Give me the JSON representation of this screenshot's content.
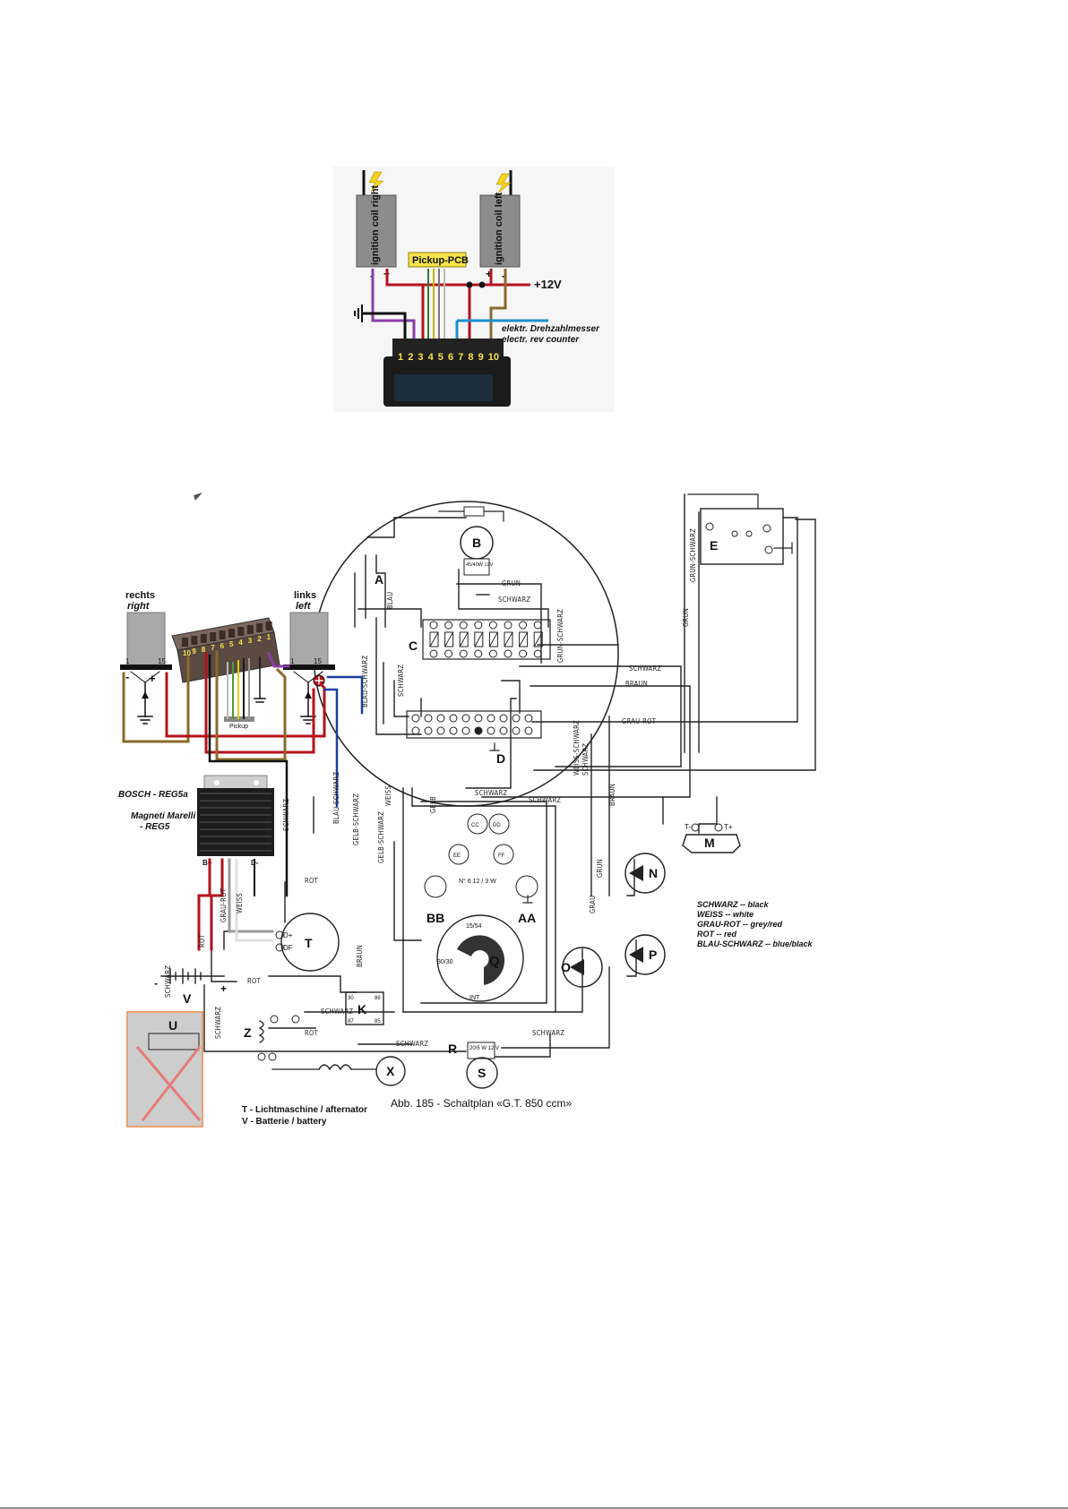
{
  "top_diagram": {
    "coil_right": "ignition coil right",
    "coil_left": "ignition coil left",
    "pcb": "Pickup-PCB",
    "plus12": "+12V",
    "rev1": "elektr. Drehzahlmesser",
    "rev2": "electr. rev counter",
    "terminals": [
      "1",
      "2",
      "3",
      "4",
      "5",
      "6",
      "7",
      "8",
      "9",
      "10"
    ],
    "minus": "-",
    "plus": "+"
  },
  "main_diagram": {
    "rechts": "rechts",
    "right": "right",
    "links": "links",
    "left": "left",
    "coil_t1": "1",
    "coil_t15": "15",
    "pickup": "Pickup",
    "strip_numbers": [
      "10",
      "9",
      "8",
      "7",
      "6",
      "5",
      "4",
      "3",
      "2",
      "1"
    ],
    "bosch": "BOSCH - REG5a",
    "marelli1": "Magneti Marelli",
    "marelli2": "- REG5",
    "reg_terminals": [
      "B+",
      "D-"
    ],
    "letters": [
      "A",
      "B",
      "C",
      "D",
      "E",
      "M",
      "N",
      "P",
      "O",
      "Q",
      "T",
      "V",
      "U",
      "K",
      "Z",
      "R",
      "S",
      "X",
      "AA",
      "BB"
    ],
    "wire_labels": [
      "SCHWARZ",
      "BRAUN",
      "GRAU-ROT",
      "GRUN",
      "BLAU",
      "BLAU-SCHWARZ",
      "GELB",
      "WEISS",
      "GELB-SCHWARZ",
      "WEISS-SCHWARZ",
      "GRUN-SCHWARZ",
      "ROT",
      "GRAU"
    ],
    "bulb_B": "45/40W 12V",
    "bulb_S": "20/5 W 12 V",
    "lamp_panel": "N° 6  12 / 3 W",
    "terminal_codes": [
      "15/54",
      "30/30",
      "INT",
      "D+",
      "DF",
      "T-",
      "T+",
      "30",
      "87",
      "85",
      "86"
    ],
    "legend": [
      "SCHWARZ -- black",
      "WEISS -- white",
      "GRAU-ROT -- grey/red",
      "ROT -- red",
      "BLAU-SCHWARZ -- blue/black"
    ],
    "caption": "Abb. 185 - Schaltplan «G.T. 850 ccm»",
    "note_T": "T - Lichtmaschine / afternator",
    "note_V": "V - Batterie / battery"
  },
  "colors": {
    "wire_red": "#b5121b",
    "wire_brown": "#8a6a2a",
    "wire_purple": "#8b3ca8",
    "wire_blue": "#1f3f9e",
    "wire_green": "#4a9a3a",
    "wire_yellow": "#e0d000",
    "coil_grey": "#a9a9a9",
    "pcb_yellow": "#f5e34a"
  }
}
